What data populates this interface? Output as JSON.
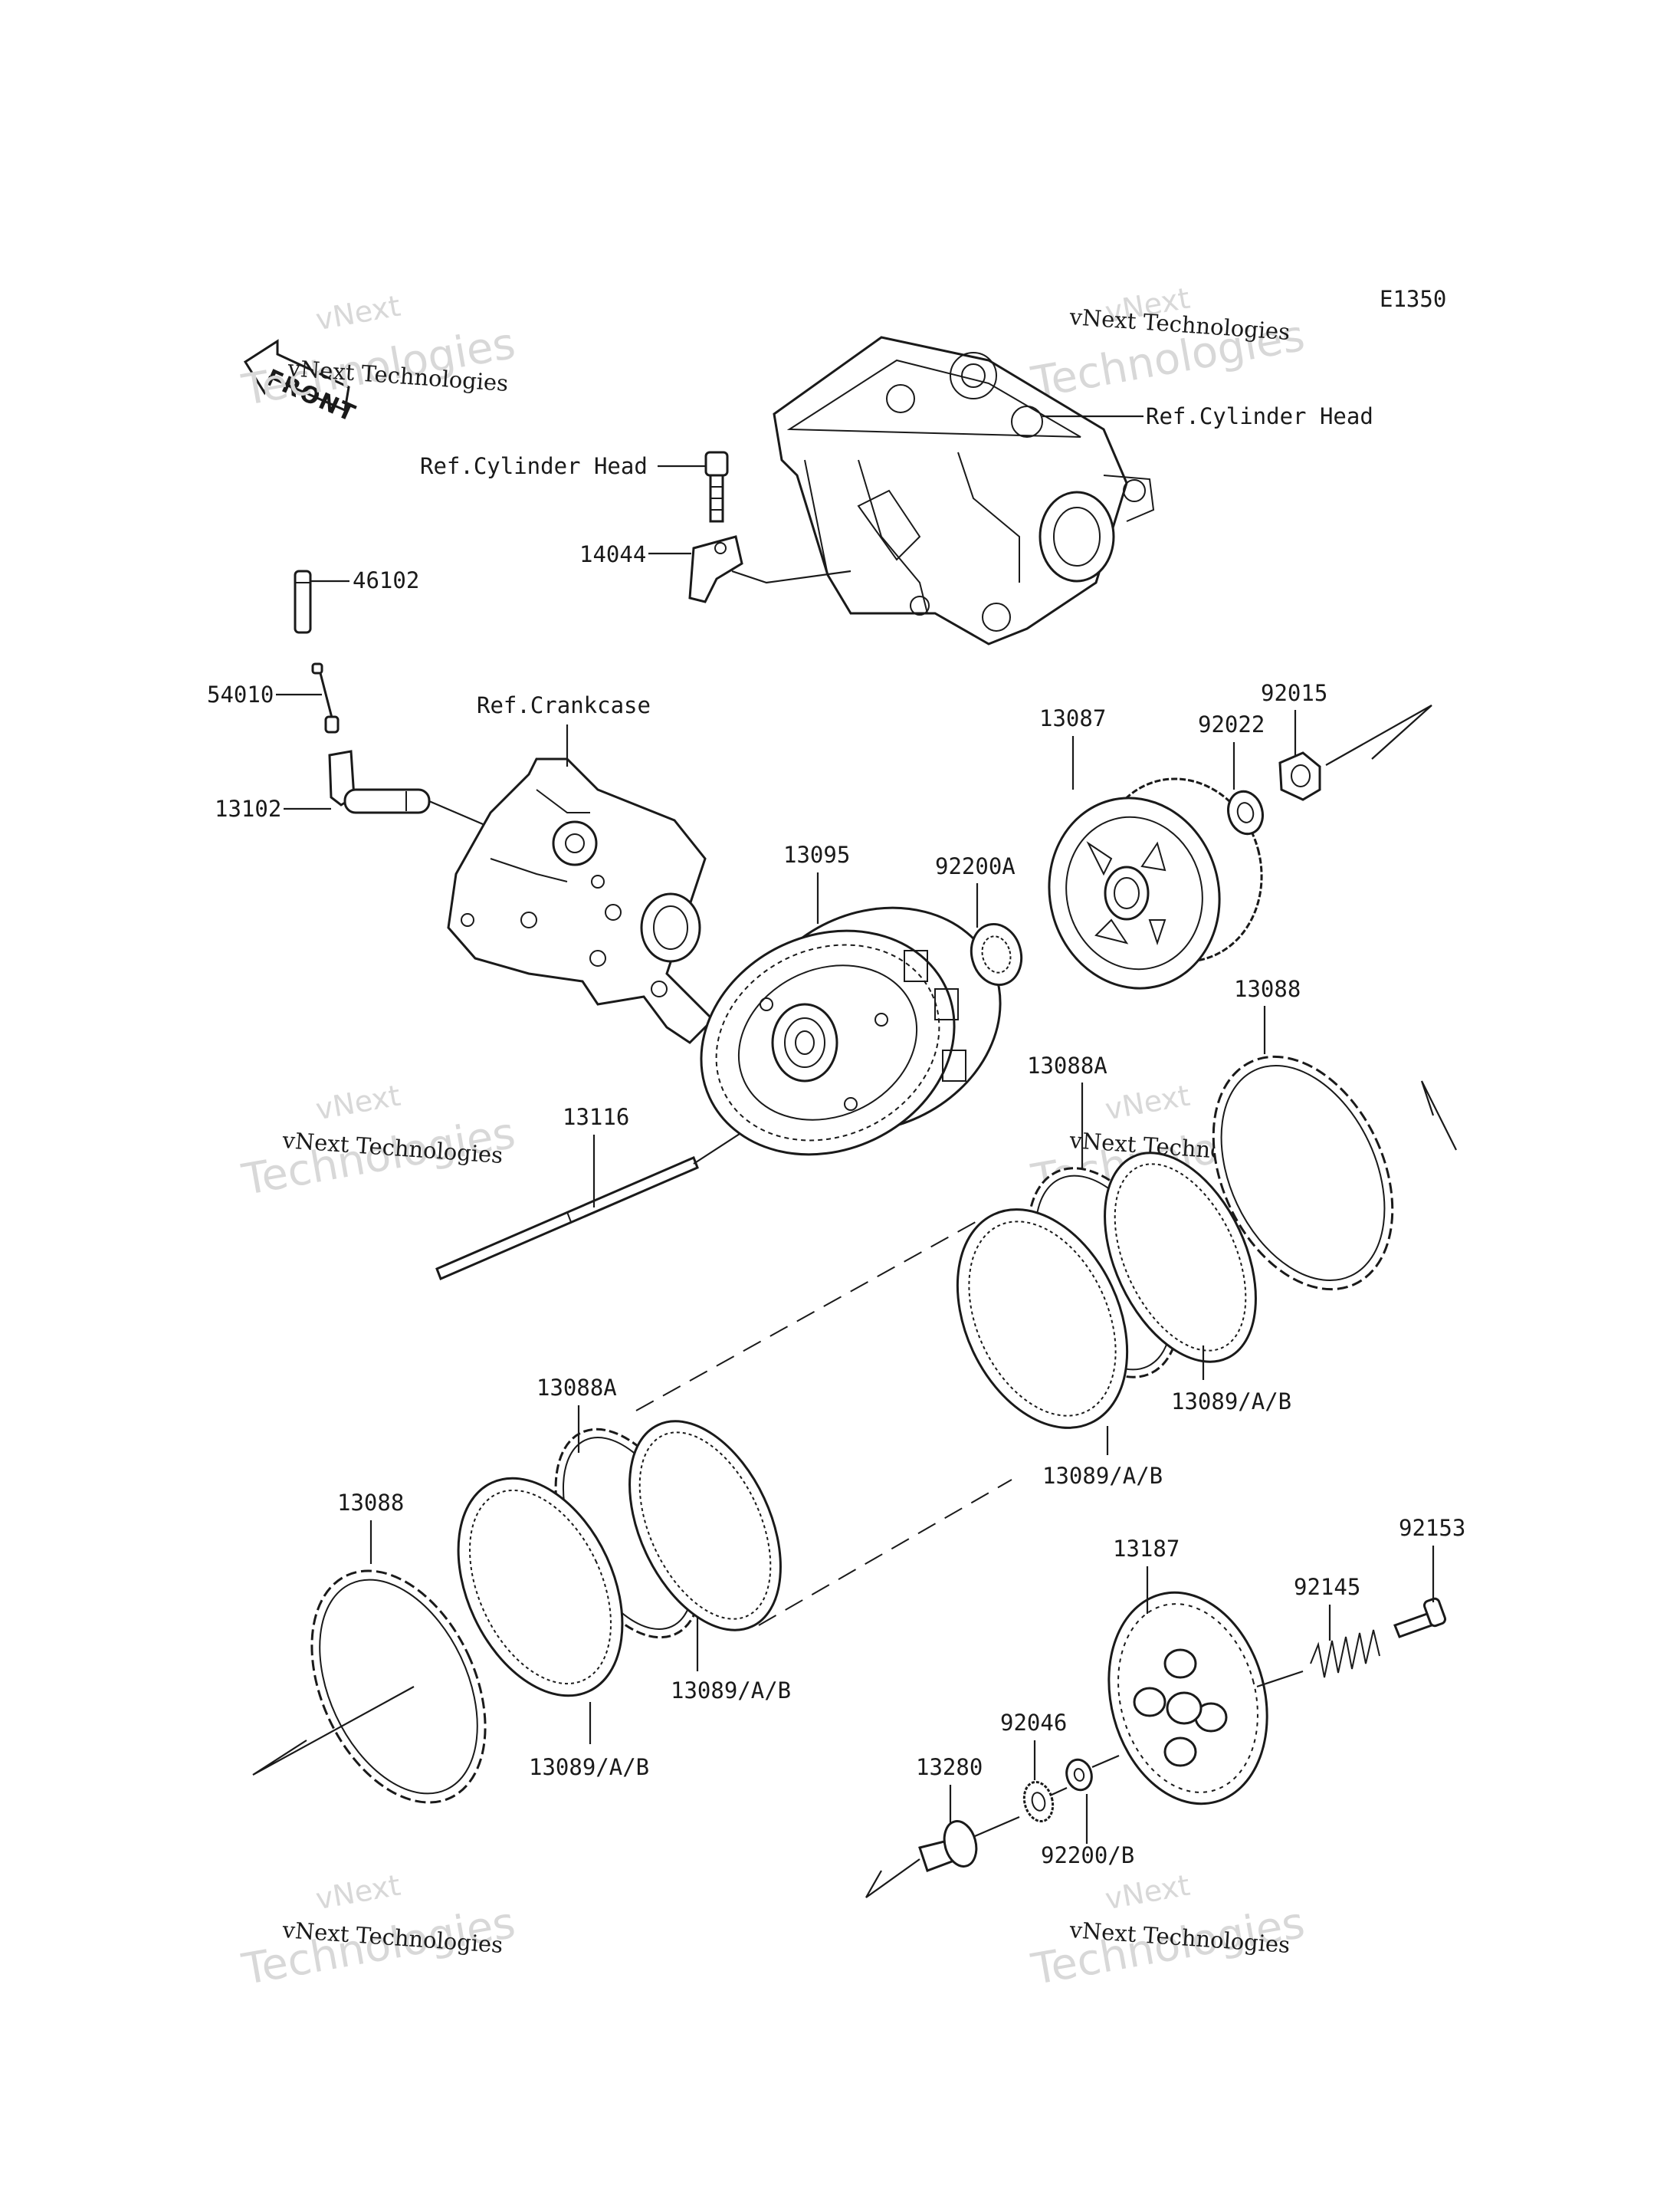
{
  "diagram": {
    "code": "E1350",
    "front_label": "FRONT",
    "watermarks": [
      {
        "id": "wm-1",
        "line1": "vNext",
        "line2": "Technologies",
        "caption": "vNext Technologies"
      },
      {
        "id": "wm-2",
        "line1": "vNext",
        "line2": "Technologies",
        "caption": "vNext Technologies"
      },
      {
        "id": "wm-3",
        "line1": "vNext",
        "line2": "Technologies",
        "caption": "vNext Technologies"
      },
      {
        "id": "wm-4",
        "line1": "vNext",
        "line2": "Technologies",
        "caption": "vNext Technologies"
      },
      {
        "id": "wm-5",
        "line1": "vNext",
        "line2": "Technologies",
        "caption": "vNext Technologies"
      },
      {
        "id": "wm-6",
        "line1": "vNext",
        "line2": "Technologies",
        "caption": "vNext Technologies"
      }
    ],
    "callouts": {
      "ref_cylinder_head_right": "Ref.Cylinder Head",
      "ref_cylinder_head_left": "Ref.Cylinder Head",
      "p14044": "14044",
      "p46102": "46102",
      "p54010": "54010",
      "ref_crankcase": "Ref.Crankcase",
      "p13102": "13102",
      "p13087": "13087",
      "p92022": "92022",
      "p92015": "92015",
      "p13095": "13095",
      "p92200a": "92200A",
      "p13088_top": "13088",
      "p13088a_top": "13088A",
      "p13116": "13116",
      "p13089_r1": "13089/A/B",
      "p13089_r2": "13089/A/B",
      "p13088a_bot": "13088A",
      "p13088_bot": "13088",
      "p13089_l1": "13089/A/B",
      "p13089_l2": "13089/A/B",
      "p13187": "13187",
      "p92153": "92153",
      "p92145": "92145",
      "p92046": "92046",
      "p13280": "13280",
      "p92200b": "92200/B"
    }
  }
}
